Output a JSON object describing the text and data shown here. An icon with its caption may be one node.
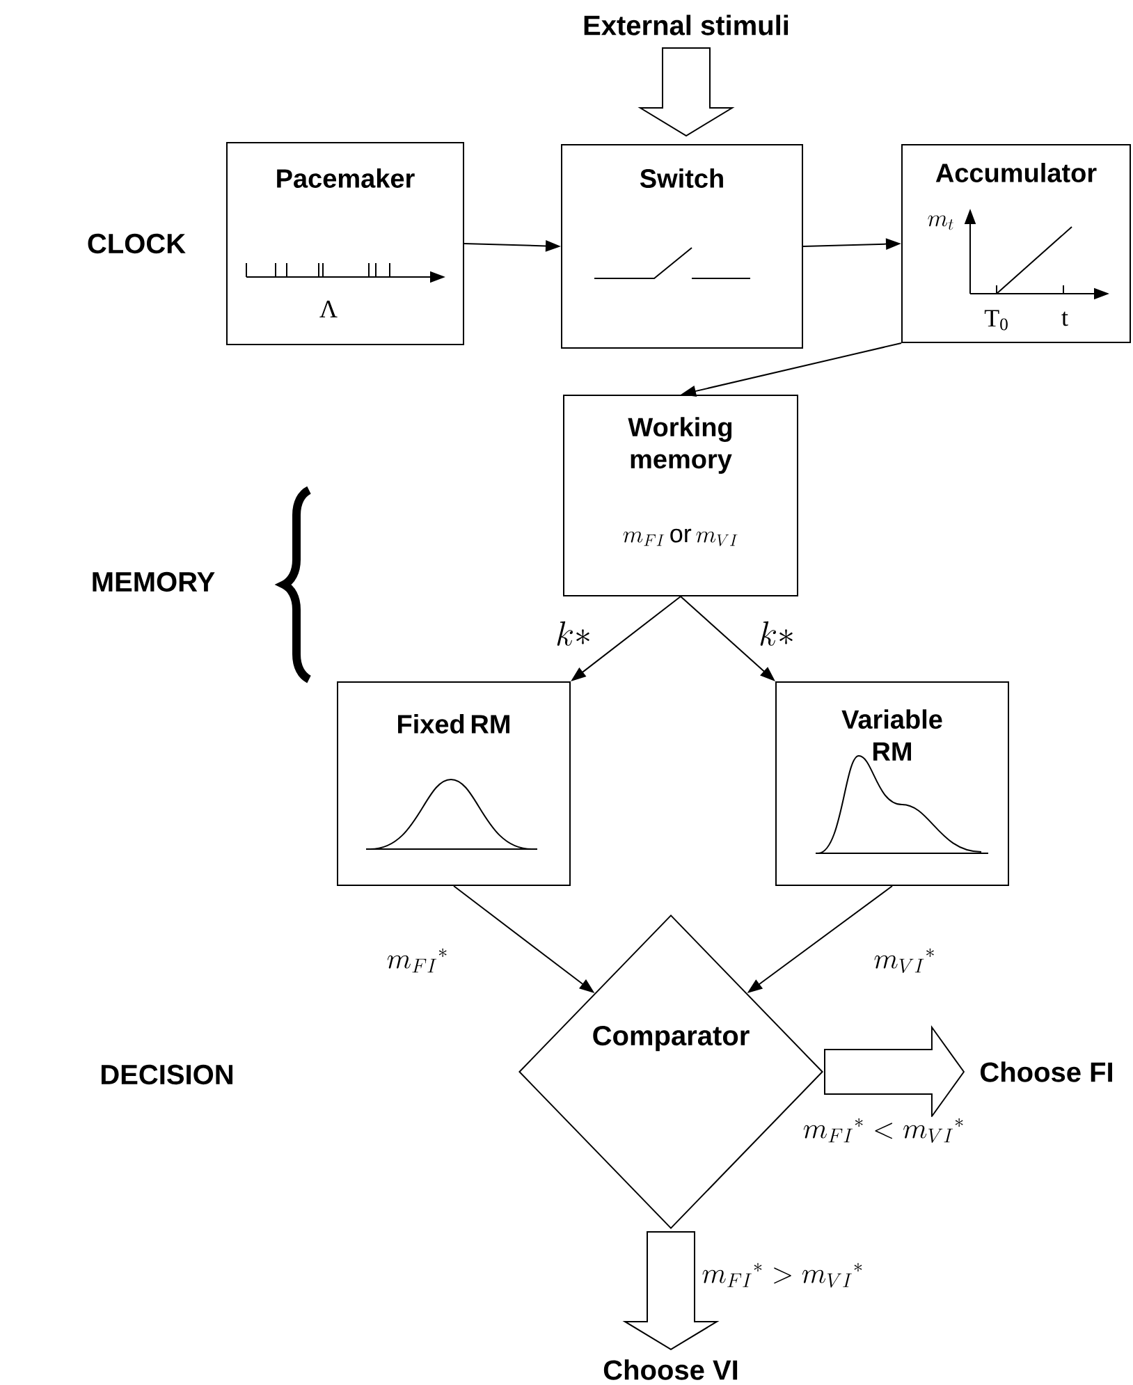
{
  "diagram": {
    "nodes": [
      {
        "text": [
          "External stimuli"
        ]
      },
      {
        "text": [
          "Pacemaker",
          "Λ"
        ]
      },
      {
        "text": [
          "Switch"
        ]
      },
      {
        "text": [
          "Accumulator",
          "m_{t}",
          "T$_{0}$",
          "t"
        ]
      },
      {
        "text": [
          "Working memory",
          "m_{FI}\\,\\mathrm{or}\\,m_{VI}"
        ]
      },
      {
        "text": [
          "Fixed RM"
        ]
      },
      {
        "text": [
          "Variable RM"
        ]
      },
      {
        "text": [
          "Comparator"
        ]
      },
      {
        "text": [
          "Choose FI"
        ]
      },
      {
        "text": [
          "Choose VI"
        ]
      }
    ],
    "edges": [
      {
        "from": 0,
        "to": 2,
        "arrow": "to",
        "style": "thick"
      },
      {
        "from": 1,
        "to": 2,
        "arrow": "to"
      },
      {
        "from": 2,
        "to": 3,
        "arrow": "to"
      },
      {
        "from": 3,
        "to": 4,
        "arrow": "to"
      },
      {
        "from": 4,
        "to": 5,
        "arrow": "to",
        "label": "k{*}"
      },
      {
        "from": 4,
        "to": 6,
        "arrow": "to",
        "label": "k{*}"
      },
      {
        "from": 5,
        "to": 7,
        "arrow": "to",
        "label": "m_{FI}{}^{*}"
      },
      {
        "from": 6,
        "to": 7,
        "arrow": "to",
        "label": "m_{VI}{}^{*}"
      },
      {
        "from": 7,
        "to": 8,
        "arrow": "to",
        "style": "thick",
        "label": "m_{FI}{}^{*}<m_{VI}{}^{*}"
      },
      {
        "from": 7,
        "to": 9,
        "arrow": "to",
        "style": "thick",
        "label": "m_{FI}{}^{*}>m_{VI}{}^{*}"
      }
    ],
    "labels": [
      "CLOCK",
      "MEMORY",
      "DECISION"
    ]
  }
}
